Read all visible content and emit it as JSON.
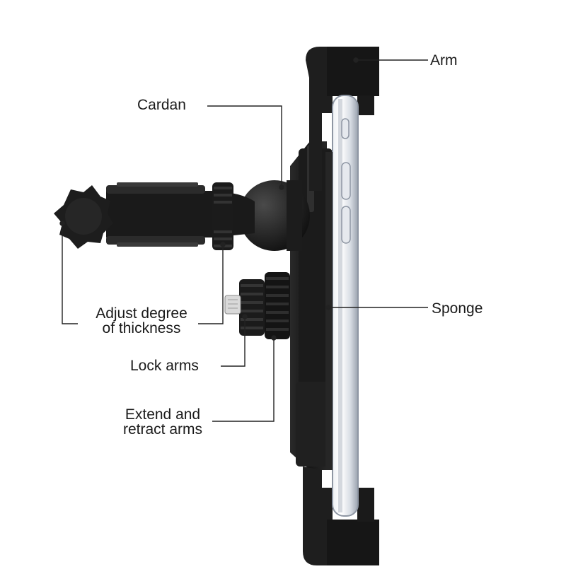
{
  "labels": {
    "arm": "Arm",
    "cardan": "Cardan",
    "sponge": "Sponge",
    "adjust_line1": "Adjust degree",
    "adjust_line2": "of thickness",
    "lock_arms": "Lock arms",
    "extend_line1": "Extend and",
    "extend_line2": "retract arms"
  },
  "colors": {
    "background": "#ffffff",
    "mount_body": "#1c1c1c",
    "mount_highlight": "#3a3a3a",
    "phone_frame": "#c9ced6",
    "phone_edge": "#8e96a3",
    "leader_line": "#222222",
    "label_text": "#1a1a1a"
  }
}
